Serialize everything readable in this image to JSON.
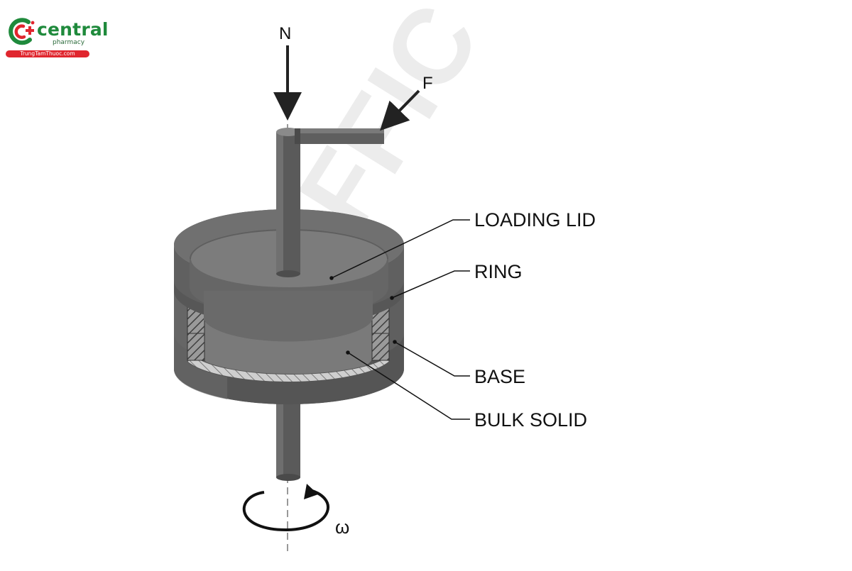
{
  "logo": {
    "brand": "central",
    "sub": "pharmacy",
    "url_text": "TrungTamThuoc.com",
    "colors": {
      "green": "#1f8a3c",
      "red": "#e0262e"
    }
  },
  "watermark": {
    "text": "OFFIC",
    "color": "#ebebeb"
  },
  "diagram": {
    "force_normal": "N",
    "force_shear": "F",
    "angular_velocity": "ω",
    "labels": {
      "loading_lid": "LOADING LID",
      "ring": "RING",
      "base": "BASE",
      "bulk_solid": "BULK SOLID"
    },
    "colors": {
      "body": "#5f5f5f",
      "dark": "#3a3a3a",
      "light": "#8a8a8a",
      "lid": "#7c7c7c",
      "hatch": "#b5b5b5"
    }
  }
}
